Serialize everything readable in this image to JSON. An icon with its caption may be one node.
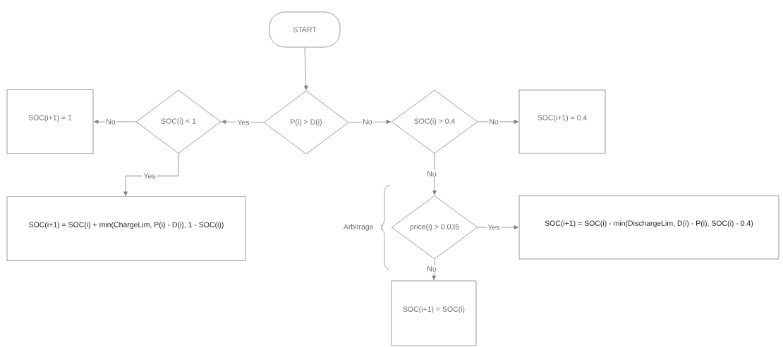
{
  "diagram": {
    "nodes": [
      {
        "text": [
          "START"
        ]
      },
      {
        "text": [
          "P(i) > D(i)"
        ]
      },
      {
        "text": [
          "SOC(i) < 1"
        ]
      },
      {
        "text": [
          "SOC(i+1) = 1"
        ]
      },
      {
        "text": [
          "SOC(i+1) = SOC(i) + min(ChargeLim, P(i) - D(i), 1 - SOC(i))"
        ]
      },
      {
        "text": [
          "SOC(i) > 0.4"
        ]
      },
      {
        "text": [
          "SOC(i+1) = 0.4"
        ]
      },
      {
        "text": [
          "price(i) > 0.035"
        ]
      },
      {
        "text": [
          "SOC(i+1) = SOC(i) - min(DischargeLim, D(i) - P(i), SOC(i) - 0.4)"
        ]
      },
      {
        "text": [
          "SOC(i+1) = SOC(i)"
        ]
      }
    ],
    "edges": [
      {
        "from": 0,
        "to": 1,
        "arrow": "to"
      },
      {
        "from": 1,
        "to": 2,
        "arrow": "to",
        "label": "Yes"
      },
      {
        "from": 2,
        "to": 3,
        "arrow": "to",
        "label": "No"
      },
      {
        "from": 2,
        "to": 4,
        "arrow": "to",
        "label": "Yes"
      },
      {
        "from": 1,
        "to": 5,
        "arrow": "to",
        "label": "No"
      },
      {
        "from": 5,
        "to": 6,
        "arrow": "to",
        "label": "No"
      },
      {
        "from": 5,
        "to": 7,
        "arrow": "to",
        "label": "No"
      },
      {
        "from": 7,
        "to": 8,
        "arrow": "to",
        "label": "Yes"
      },
      {
        "from": 7,
        "to": 9,
        "arrow": "to",
        "label": "No"
      }
    ],
    "labels": [
      "Arbitrage"
    ]
  }
}
